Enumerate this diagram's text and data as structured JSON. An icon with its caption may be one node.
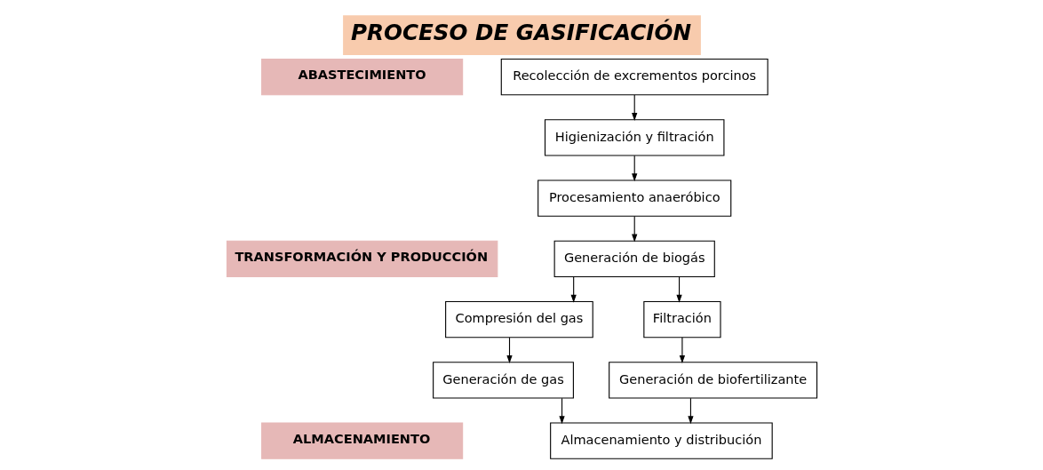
{
  "diagram": {
    "title": "PROCESO DE GASIFICACIÓN",
    "nodes": [
      {
        "text": [
          "ABASTECIMIENTO"
        ]
      },
      {
        "text": [
          "TRANSFORMACIÓN Y PRODUCCIÓN"
        ]
      },
      {
        "text": [
          "ALMACENAMIENTO"
        ]
      },
      {
        "text": [
          "Recolección de excrementos porcinos"
        ]
      },
      {
        "text": [
          "Higienización y filtración"
        ]
      },
      {
        "text": [
          "Procesamiento anaeróbico"
        ]
      },
      {
        "text": [
          "Generación de biogás"
        ]
      },
      {
        "text": [
          "Compresión del gas"
        ]
      },
      {
        "text": [
          "Filtración"
        ]
      },
      {
        "text": [
          "Generación de gas"
        ]
      },
      {
        "text": [
          "Generación de biofertilizante"
        ]
      },
      {
        "text": [
          "Almacenamiento y distribución"
        ]
      }
    ],
    "edges": [
      {
        "from": 3,
        "to": 4,
        "arrow": "to"
      },
      {
        "from": 4,
        "to": 5,
        "arrow": "to"
      },
      {
        "from": 5,
        "to": 6,
        "arrow": "to"
      },
      {
        "from": 6,
        "to": 7,
        "arrow": "to"
      },
      {
        "from": 6,
        "to": 8,
        "arrow": "to"
      },
      {
        "from": 7,
        "to": 9,
        "arrow": "to"
      },
      {
        "from": 8,
        "to": 10,
        "arrow": "to"
      },
      {
        "from": 9,
        "to": 11,
        "arrow": "to"
      },
      {
        "from": 10,
        "to": 11,
        "arrow": "to"
      }
    ]
  }
}
